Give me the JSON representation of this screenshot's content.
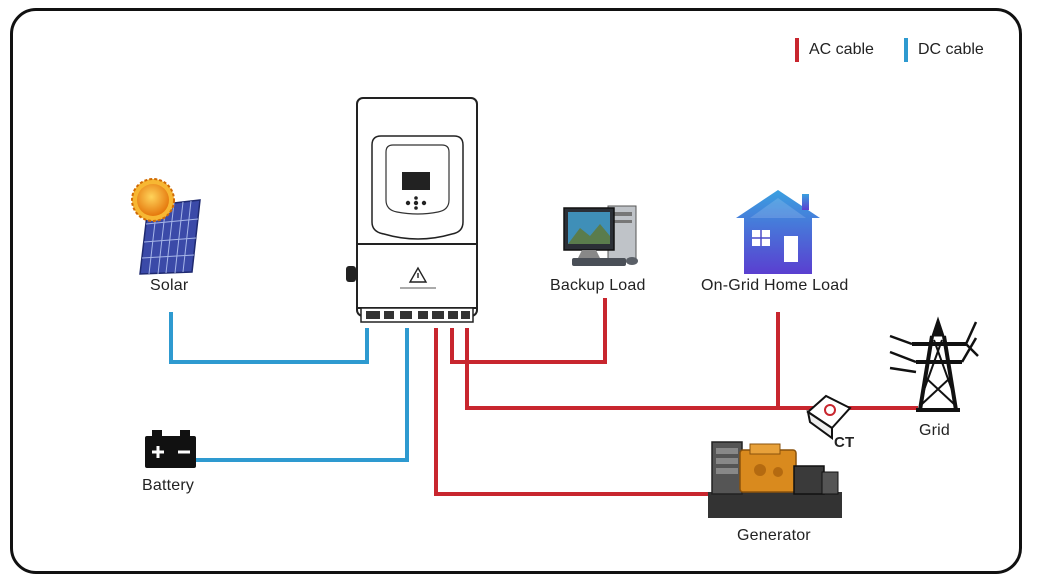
{
  "legend": {
    "ac": {
      "label": "AC cable",
      "color": "#c8262e"
    },
    "dc": {
      "label": "DC cable",
      "color": "#2e9ad0"
    }
  },
  "components": {
    "solar": {
      "label": "Solar",
      "icon": "solar-panel-icon"
    },
    "battery": {
      "label": "Battery",
      "icon": "battery-icon"
    },
    "inverter": {
      "label": "",
      "icon": "hybrid-inverter-icon"
    },
    "backup_load": {
      "label": "Backup Load",
      "icon": "desktop-computer-icon"
    },
    "home_load": {
      "label": "On-Grid Home Load",
      "icon": "house-icon"
    },
    "grid": {
      "label": "Grid",
      "icon": "transmission-tower-icon"
    },
    "ct": {
      "label": "CT",
      "icon": "current-transformer-icon"
    },
    "generator": {
      "label": "Generator",
      "icon": "generator-icon"
    }
  },
  "colors": {
    "frame": "#111111",
    "house_top": "#3aa0e0",
    "house_bottom": "#5a3fd0",
    "generator": "#d98a1e",
    "sun": "#f29a1a",
    "panel": "#3b4aa8"
  }
}
